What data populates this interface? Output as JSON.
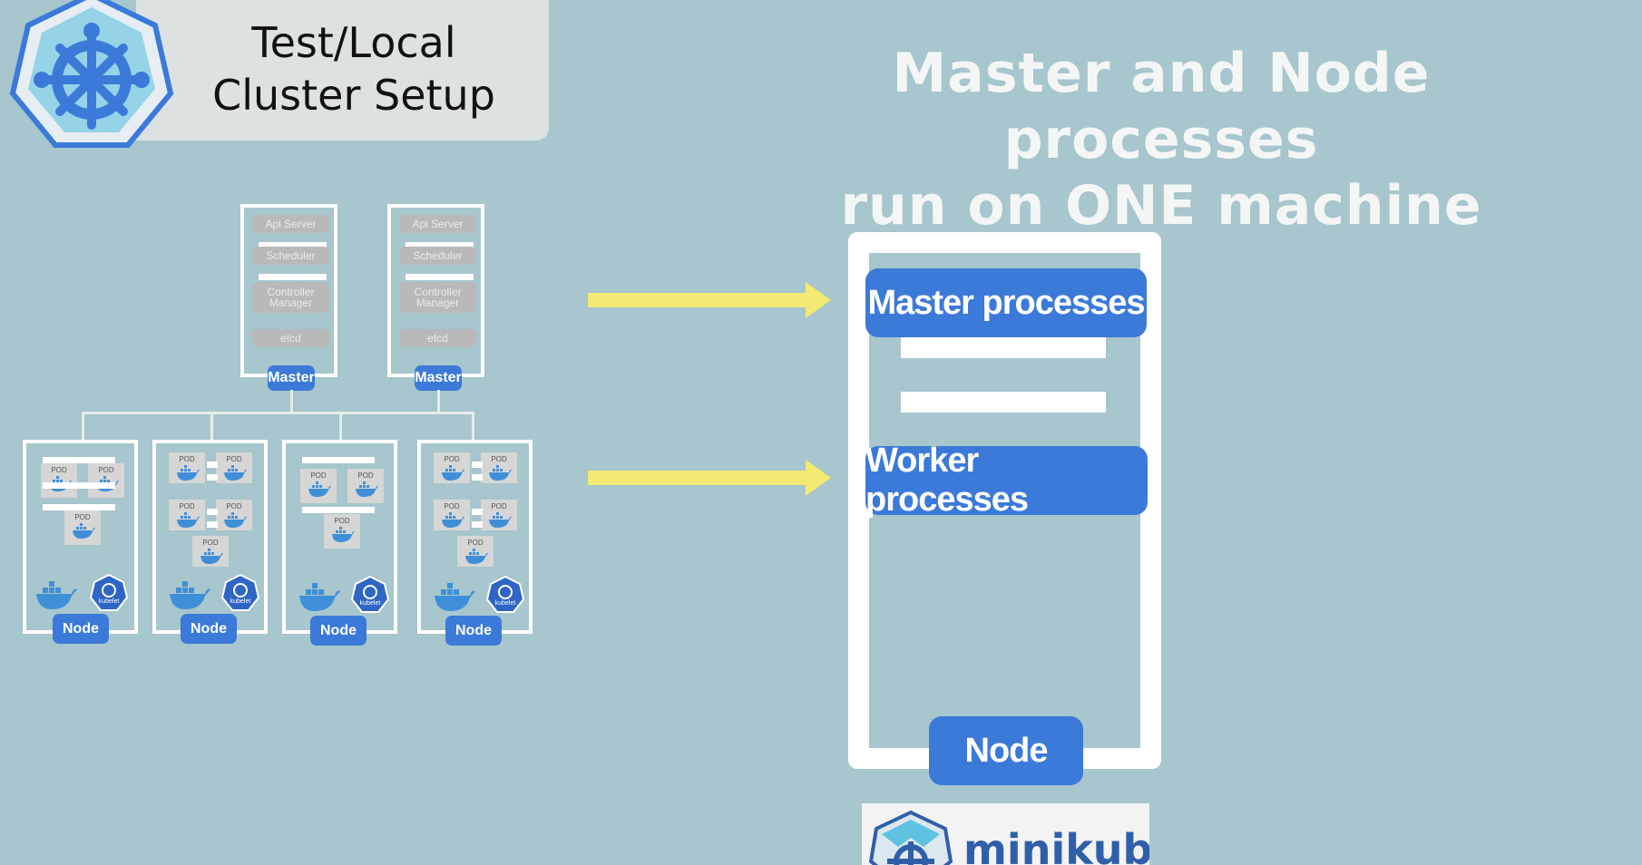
{
  "title_card": {
    "line1": "Test/Local",
    "line2": "Cluster Setup"
  },
  "headline": {
    "line1": "Master and Node processes",
    "line2": "run on ONE machine"
  },
  "masters": [
    {
      "api": "Api Server",
      "scheduler": "Scheduler",
      "controller": "Controller Manager",
      "etcd": "etcd",
      "label": "Master"
    },
    {
      "api": "Api Server",
      "scheduler": "Scheduler",
      "controller": "Controller Manager",
      "etcd": "etcd",
      "label": "Master"
    }
  ],
  "nodes": [
    {
      "label": "Node",
      "pod_label": "POD",
      "kubelet": "kubelet"
    },
    {
      "label": "Node",
      "pod_label": "POD",
      "kubelet": "kubelet"
    },
    {
      "label": "Node",
      "pod_label": "POD",
      "kubelet": "kubelet"
    },
    {
      "label": "Node",
      "pod_label": "POD",
      "kubelet": "kubelet"
    }
  ],
  "single_machine": {
    "master_processes": "Master processes",
    "worker_processes": "Worker processes",
    "node_label": "Node"
  },
  "minikube": {
    "label": "minikube"
  },
  "colors": {
    "background": "#a7c6cd",
    "accent_blue": "#3b7ad9",
    "arrow_yellow": "#f2ea73",
    "docker_blue": "#3f8fd8"
  }
}
